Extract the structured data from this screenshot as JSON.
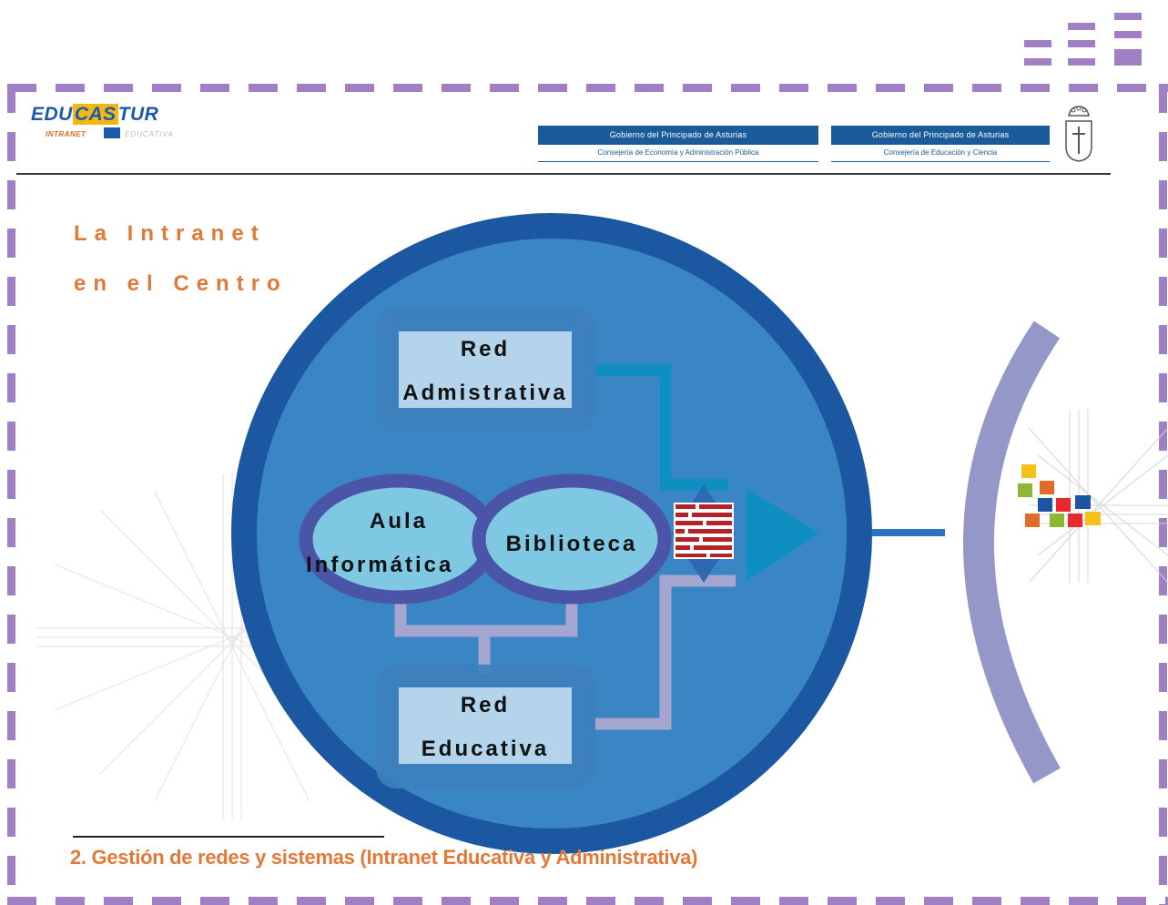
{
  "logo": {
    "brand_left": "EDU",
    "brand_mid": "CAS",
    "brand_right": "TUR",
    "sub_left": "INTRANET",
    "sub_right": "EDUCATIVA"
  },
  "gov_banners": [
    {
      "top": "Gobierno del Principado de Asturias",
      "bottom": "Consejería de Economía y Administración Pública"
    },
    {
      "top": "Gobierno del Principado de Asturias",
      "bottom": "Consejería de Educación y Ciencia"
    }
  ],
  "title": {
    "line1": "La Intranet",
    "line2": "en el Centro"
  },
  "diagram": {
    "red_admin": {
      "line1": "Red",
      "line2": "Admistrativa"
    },
    "aula": {
      "line1": "Aula",
      "line2": "Informática"
    },
    "biblioteca": "Biblioteca",
    "red_educativa": {
      "line1": "Red",
      "line2": "Educativa"
    }
  },
  "footer": "2. Gestión de redes y sistemas (Intranet Educativa y Administrativa)",
  "colors": {
    "frame": "#a17fc4",
    "title": "#e07a3a",
    "circle_outer": "#1c58a2",
    "circle_inner": "#3a86c4",
    "banner": "#1a5b9b"
  }
}
